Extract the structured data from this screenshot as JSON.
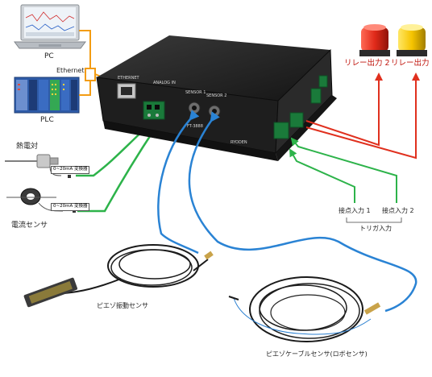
{
  "labels": {
    "pc": "PC",
    "plc": "PLC",
    "ethernet": "Ethernet",
    "thermocouple": "熱電対",
    "current_sensor": "電流センサ",
    "converter_1": "0~20mA 変換器",
    "converter_2": "0~20mA 変換器",
    "relay_out_2a": "リレー出力 2",
    "relay_out_2b": "リレー出力 2",
    "contact_in_1": "接点入力 1",
    "contact_in_2": "接点入力 2",
    "trigger_in": "トリガ入力",
    "piezo_vibration": "ピエゾ振動センサ",
    "piezo_cable": "ピエゾケーブルセンサ(ロボセンサ)"
  },
  "device": {
    "ethernet_port": "ETHERNET",
    "analog_in": "ANALOG IN",
    "sensor_1": "SENSOR 1",
    "sensor_2": "SENSOR 2",
    "model": "FT-3888",
    "brand": "RYODEN"
  },
  "colors": {
    "ethernet": "#f39c12",
    "analog": "#2db34a",
    "sensor": "#2a83d4",
    "relay": "#e0301e",
    "lamp_red": "#e02a1a",
    "lamp_yellow": "#f6c400"
  }
}
